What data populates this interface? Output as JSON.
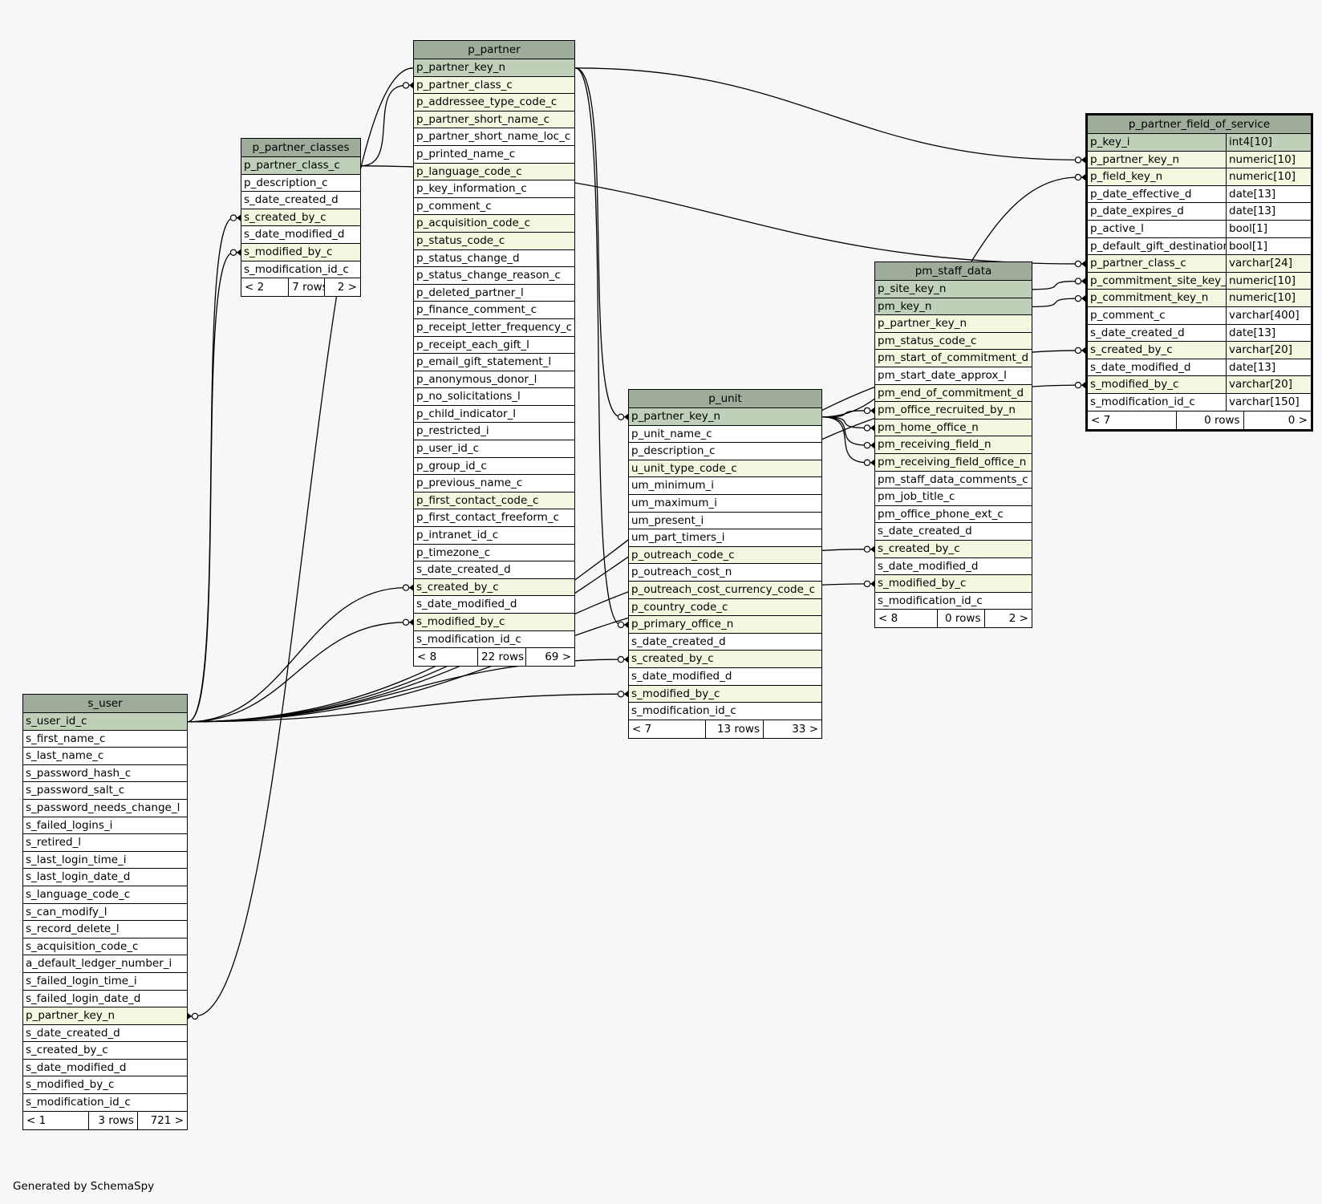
{
  "footer_text": "Generated by SchemaSpy",
  "tables": {
    "p_partner_classes": {
      "title": "p_partner_classes",
      "columns": [
        {
          "name": "p_partner_class_c",
          "kind": "pk"
        },
        {
          "name": "p_description_c",
          "kind": "plain"
        },
        {
          "name": "s_date_created_d",
          "kind": "plain"
        },
        {
          "name": "s_created_by_c",
          "kind": "fk"
        },
        {
          "name": "s_date_modified_d",
          "kind": "plain"
        },
        {
          "name": "s_modified_by_c",
          "kind": "fk"
        },
        {
          "name": "s_modification_id_c",
          "kind": "plain"
        }
      ],
      "footer": {
        "left": "< 2",
        "mid": "7 rows",
        "right": "2 >"
      }
    },
    "p_partner": {
      "title": "p_partner",
      "columns": [
        {
          "name": "p_partner_key_n",
          "kind": "pk"
        },
        {
          "name": "p_partner_class_c",
          "kind": "fk"
        },
        {
          "name": "p_addressee_type_code_c",
          "kind": "fk"
        },
        {
          "name": "p_partner_short_name_c",
          "kind": "fk"
        },
        {
          "name": "p_partner_short_name_loc_c",
          "kind": "plain"
        },
        {
          "name": "p_printed_name_c",
          "kind": "plain"
        },
        {
          "name": "p_language_code_c",
          "kind": "fk"
        },
        {
          "name": "p_key_information_c",
          "kind": "plain"
        },
        {
          "name": "p_comment_c",
          "kind": "plain"
        },
        {
          "name": "p_acquisition_code_c",
          "kind": "fk"
        },
        {
          "name": "p_status_code_c",
          "kind": "fk"
        },
        {
          "name": "p_status_change_d",
          "kind": "plain"
        },
        {
          "name": "p_status_change_reason_c",
          "kind": "plain"
        },
        {
          "name": "p_deleted_partner_l",
          "kind": "plain"
        },
        {
          "name": "p_finance_comment_c",
          "kind": "plain"
        },
        {
          "name": "p_receipt_letter_frequency_c",
          "kind": "plain"
        },
        {
          "name": "p_receipt_each_gift_l",
          "kind": "plain"
        },
        {
          "name": "p_email_gift_statement_l",
          "kind": "plain"
        },
        {
          "name": "p_anonymous_donor_l",
          "kind": "plain"
        },
        {
          "name": "p_no_solicitations_l",
          "kind": "plain"
        },
        {
          "name": "p_child_indicator_l",
          "kind": "plain"
        },
        {
          "name": "p_restricted_i",
          "kind": "plain"
        },
        {
          "name": "p_user_id_c",
          "kind": "plain"
        },
        {
          "name": "p_group_id_c",
          "kind": "plain"
        },
        {
          "name": "p_previous_name_c",
          "kind": "plain"
        },
        {
          "name": "p_first_contact_code_c",
          "kind": "fk"
        },
        {
          "name": "p_first_contact_freeform_c",
          "kind": "plain"
        },
        {
          "name": "p_intranet_id_c",
          "kind": "plain"
        },
        {
          "name": "p_timezone_c",
          "kind": "plain"
        },
        {
          "name": "s_date_created_d",
          "kind": "plain"
        },
        {
          "name": "s_created_by_c",
          "kind": "fk"
        },
        {
          "name": "s_date_modified_d",
          "kind": "plain"
        },
        {
          "name": "s_modified_by_c",
          "kind": "fk"
        },
        {
          "name": "s_modification_id_c",
          "kind": "plain"
        }
      ],
      "footer": {
        "left": "< 8",
        "mid": "22 rows",
        "right": "69 >"
      }
    },
    "p_unit": {
      "title": "p_unit",
      "columns": [
        {
          "name": "p_partner_key_n",
          "kind": "pk"
        },
        {
          "name": "p_unit_name_c",
          "kind": "plain"
        },
        {
          "name": "p_description_c",
          "kind": "plain"
        },
        {
          "name": "u_unit_type_code_c",
          "kind": "fk"
        },
        {
          "name": "um_minimum_i",
          "kind": "plain"
        },
        {
          "name": "um_maximum_i",
          "kind": "plain"
        },
        {
          "name": "um_present_i",
          "kind": "plain"
        },
        {
          "name": "um_part_timers_i",
          "kind": "plain"
        },
        {
          "name": "p_outreach_code_c",
          "kind": "fk"
        },
        {
          "name": "p_outreach_cost_n",
          "kind": "plain"
        },
        {
          "name": "p_outreach_cost_currency_code_c",
          "kind": "fk"
        },
        {
          "name": "p_country_code_c",
          "kind": "fk"
        },
        {
          "name": "p_primary_office_n",
          "kind": "fk"
        },
        {
          "name": "s_date_created_d",
          "kind": "plain"
        },
        {
          "name": "s_created_by_c",
          "kind": "fk"
        },
        {
          "name": "s_date_modified_d",
          "kind": "plain"
        },
        {
          "name": "s_modified_by_c",
          "kind": "fk"
        },
        {
          "name": "s_modification_id_c",
          "kind": "plain"
        }
      ],
      "footer": {
        "left": "< 7",
        "mid": "13 rows",
        "right": "33 >"
      }
    },
    "pm_staff_data": {
      "title": "pm_staff_data",
      "columns": [
        {
          "name": "p_site_key_n",
          "kind": "pk"
        },
        {
          "name": "pm_key_n",
          "kind": "pk"
        },
        {
          "name": "p_partner_key_n",
          "kind": "fk"
        },
        {
          "name": "pm_status_code_c",
          "kind": "fk"
        },
        {
          "name": "pm_start_of_commitment_d",
          "kind": "fk"
        },
        {
          "name": "pm_start_date_approx_l",
          "kind": "plain"
        },
        {
          "name": "pm_end_of_commitment_d",
          "kind": "fk"
        },
        {
          "name": "pm_office_recruited_by_n",
          "kind": "fk"
        },
        {
          "name": "pm_home_office_n",
          "kind": "fk"
        },
        {
          "name": "pm_receiving_field_n",
          "kind": "fk"
        },
        {
          "name": "pm_receiving_field_office_n",
          "kind": "fk"
        },
        {
          "name": "pm_staff_data_comments_c",
          "kind": "plain"
        },
        {
          "name": "pm_job_title_c",
          "kind": "plain"
        },
        {
          "name": "pm_office_phone_ext_c",
          "kind": "plain"
        },
        {
          "name": "s_date_created_d",
          "kind": "plain"
        },
        {
          "name": "s_created_by_c",
          "kind": "fk"
        },
        {
          "name": "s_date_modified_d",
          "kind": "plain"
        },
        {
          "name": "s_modified_by_c",
          "kind": "fk"
        },
        {
          "name": "s_modification_id_c",
          "kind": "plain"
        }
      ],
      "footer": {
        "left": "< 8",
        "mid": "0 rows",
        "right": "2 >"
      }
    },
    "p_partner_field_of_service": {
      "title": "p_partner_field_of_service",
      "columns": [
        {
          "name": "p_key_i",
          "type": "int4[10]",
          "kind": "pk"
        },
        {
          "name": "p_partner_key_n",
          "type": "numeric[10]",
          "kind": "fk"
        },
        {
          "name": "p_field_key_n",
          "type": "numeric[10]",
          "kind": "fk"
        },
        {
          "name": "p_date_effective_d",
          "type": "date[13]",
          "kind": "plain"
        },
        {
          "name": "p_date_expires_d",
          "type": "date[13]",
          "kind": "plain"
        },
        {
          "name": "p_active_l",
          "type": "bool[1]",
          "kind": "plain"
        },
        {
          "name": "p_default_gift_destination_l",
          "type": "bool[1]",
          "kind": "plain"
        },
        {
          "name": "p_partner_class_c",
          "type": "varchar[24]",
          "kind": "fk"
        },
        {
          "name": "p_commitment_site_key_n",
          "type": "numeric[10]",
          "kind": "fk"
        },
        {
          "name": "p_commitment_key_n",
          "type": "numeric[10]",
          "kind": "fk"
        },
        {
          "name": "p_comment_c",
          "type": "varchar[400]",
          "kind": "plain"
        },
        {
          "name": "s_date_created_d",
          "type": "date[13]",
          "kind": "plain"
        },
        {
          "name": "s_created_by_c",
          "type": "varchar[20]",
          "kind": "fk"
        },
        {
          "name": "s_date_modified_d",
          "type": "date[13]",
          "kind": "plain"
        },
        {
          "name": "s_modified_by_c",
          "type": "varchar[20]",
          "kind": "fk"
        },
        {
          "name": "s_modification_id_c",
          "type": "varchar[150]",
          "kind": "plain"
        }
      ],
      "footer": {
        "left": "< 7",
        "mid": "0 rows",
        "right": "0 >"
      }
    },
    "s_user": {
      "title": "s_user",
      "columns": [
        {
          "name": "s_user_id_c",
          "kind": "pk"
        },
        {
          "name": "s_first_name_c",
          "kind": "plain"
        },
        {
          "name": "s_last_name_c",
          "kind": "plain"
        },
        {
          "name": "s_password_hash_c",
          "kind": "plain"
        },
        {
          "name": "s_password_salt_c",
          "kind": "plain"
        },
        {
          "name": "s_password_needs_change_l",
          "kind": "plain"
        },
        {
          "name": "s_failed_logins_i",
          "kind": "plain"
        },
        {
          "name": "s_retired_l",
          "kind": "plain"
        },
        {
          "name": "s_last_login_time_i",
          "kind": "plain"
        },
        {
          "name": "s_last_login_date_d",
          "kind": "plain"
        },
        {
          "name": "s_language_code_c",
          "kind": "plain"
        },
        {
          "name": "s_can_modify_l",
          "kind": "plain"
        },
        {
          "name": "s_record_delete_l",
          "kind": "plain"
        },
        {
          "name": "s_acquisition_code_c",
          "kind": "plain"
        },
        {
          "name": "a_default_ledger_number_i",
          "kind": "plain"
        },
        {
          "name": "s_failed_login_time_i",
          "kind": "plain"
        },
        {
          "name": "s_failed_login_date_d",
          "kind": "plain"
        },
        {
          "name": "p_partner_key_n",
          "kind": "fk"
        },
        {
          "name": "s_date_created_d",
          "kind": "plain"
        },
        {
          "name": "s_created_by_c",
          "kind": "plain"
        },
        {
          "name": "s_date_modified_d",
          "kind": "plain"
        },
        {
          "name": "s_modified_by_c",
          "kind": "plain"
        },
        {
          "name": "s_modification_id_c",
          "kind": "plain"
        }
      ],
      "footer": {
        "left": "< 1",
        "mid": "3 rows",
        "right": "721 >"
      }
    }
  },
  "relationships": [
    {
      "from": "p_partner_classes.p_partner_class_c",
      "to": "p_partner.p_partner_class_c"
    },
    {
      "from": "p_partner_classes.p_partner_class_c",
      "to": "p_partner_field_of_service.p_partner_class_c"
    },
    {
      "from": "p_partner.p_partner_key_n",
      "to": "p_unit.p_partner_key_n"
    },
    {
      "from": "p_partner.p_partner_key_n",
      "to": "p_unit.p_primary_office_n"
    },
    {
      "from": "p_partner.p_partner_key_n",
      "to": "p_partner_field_of_service.p_partner_key_n"
    },
    {
      "from": "p_partner.p_partner_key_n",
      "to": "s_user.p_partner_key_n"
    },
    {
      "from": "p_unit.p_partner_key_n",
      "to": "p_partner_field_of_service.p_field_key_n"
    },
    {
      "from": "p_unit.p_partner_key_n",
      "to": "pm_staff_data.pm_office_recruited_by_n"
    },
    {
      "from": "p_unit.p_partner_key_n",
      "to": "pm_staff_data.pm_home_office_n"
    },
    {
      "from": "p_unit.p_partner_key_n",
      "to": "pm_staff_data.pm_receiving_field_n"
    },
    {
      "from": "p_unit.p_partner_key_n",
      "to": "pm_staff_data.pm_receiving_field_office_n"
    },
    {
      "from": "pm_staff_data.p_site_key_n",
      "to": "p_partner_field_of_service.p_commitment_site_key_n"
    },
    {
      "from": "pm_staff_data.pm_key_n",
      "to": "p_partner_field_of_service.p_commitment_key_n"
    },
    {
      "from": "s_user.s_user_id_c",
      "to": "p_partner_classes.s_created_by_c"
    },
    {
      "from": "s_user.s_user_id_c",
      "to": "p_partner_classes.s_modified_by_c"
    },
    {
      "from": "s_user.s_user_id_c",
      "to": "p_partner.s_created_by_c"
    },
    {
      "from": "s_user.s_user_id_c",
      "to": "p_partner.s_modified_by_c"
    },
    {
      "from": "s_user.s_user_id_c",
      "to": "p_unit.s_created_by_c"
    },
    {
      "from": "s_user.s_user_id_c",
      "to": "p_unit.s_modified_by_c"
    },
    {
      "from": "s_user.s_user_id_c",
      "to": "pm_staff_data.s_created_by_c"
    },
    {
      "from": "s_user.s_user_id_c",
      "to": "pm_staff_data.s_modified_by_c"
    },
    {
      "from": "s_user.s_user_id_c",
      "to": "p_partner_field_of_service.s_created_by_c"
    },
    {
      "from": "s_user.s_user_id_c",
      "to": "p_partner_field_of_service.s_modified_by_c"
    }
  ]
}
